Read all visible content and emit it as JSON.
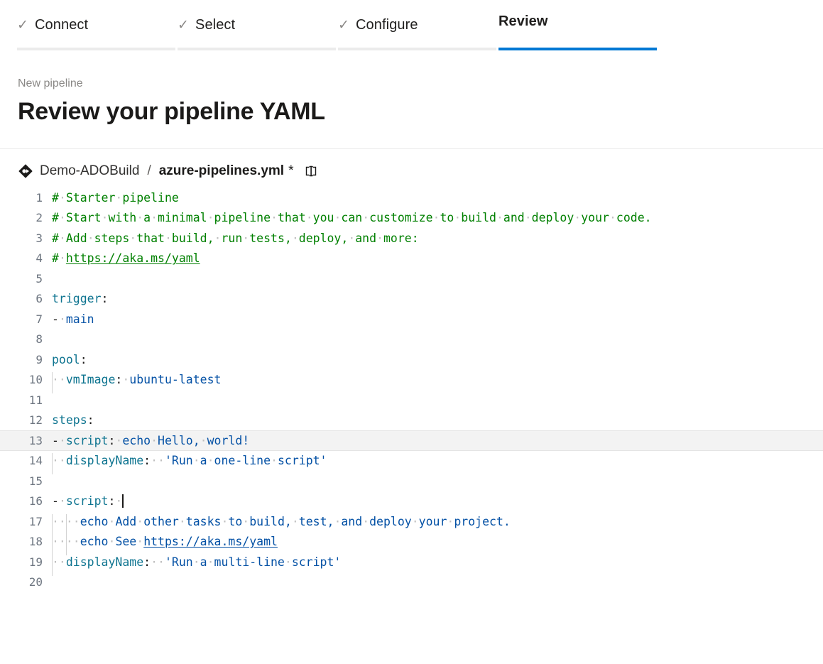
{
  "wizard": {
    "steps": [
      {
        "label": "Connect",
        "state": "complete",
        "icon": "check-icon"
      },
      {
        "label": "Select",
        "state": "complete",
        "icon": "check-icon"
      },
      {
        "label": "Configure",
        "state": "complete",
        "icon": "check-icon"
      },
      {
        "label": "Review",
        "state": "active",
        "icon": ""
      }
    ],
    "active_accent": "#0078d4",
    "inactive_bar": "#ebebeb"
  },
  "header": {
    "breadcrumb": "New pipeline",
    "title": "Review your pipeline YAML"
  },
  "file_bar": {
    "repo_icon": "azure-repos-icon",
    "repo_name": "Demo-ADOBuild",
    "separator": "/",
    "file_name": "azure-pipelines.yml",
    "dirty_marker": "*",
    "compare_icon": "compare-split-view-icon"
  },
  "editor": {
    "language": "yaml",
    "cursor_line": 16,
    "highlighted_line": 13,
    "total_lines": 20,
    "lines": [
      {
        "n": "1",
        "text": "# Starter pipeline"
      },
      {
        "n": "2",
        "text": "# Start with a minimal pipeline that you can customize to build and deploy your code."
      },
      {
        "n": "3",
        "text": "# Add steps that build, run tests, deploy, and more:"
      },
      {
        "n": "4",
        "text": "# https://aka.ms/yaml"
      },
      {
        "n": "5",
        "text": ""
      },
      {
        "n": "6",
        "text": "trigger:"
      },
      {
        "n": "7",
        "text": "- main"
      },
      {
        "n": "8",
        "text": ""
      },
      {
        "n": "9",
        "text": "pool:"
      },
      {
        "n": "10",
        "text": "  vmImage: ubuntu-latest"
      },
      {
        "n": "11",
        "text": ""
      },
      {
        "n": "12",
        "text": "steps:"
      },
      {
        "n": "13",
        "text": "- script: echo Hello, world!"
      },
      {
        "n": "14",
        "text": "  displayName: 'Run a one-line script'"
      },
      {
        "n": "15",
        "text": ""
      },
      {
        "n": "16",
        "text": "- script: "
      },
      {
        "n": "17",
        "text": "    echo Add other tasks to build, test, and deploy your project."
      },
      {
        "n": "18",
        "text": "    echo See https://aka.ms/yaml"
      },
      {
        "n": "19",
        "text": "  displayName: 'Run a multi-line script'"
      },
      {
        "n": "20",
        "text": ""
      }
    ],
    "tokens": {
      "comment_color": "#008000",
      "key_color": "#0e7490",
      "value_color": "#0451a5",
      "whitespace_dot": "·"
    },
    "urls": [
      "https://aka.ms/yaml"
    ]
  }
}
